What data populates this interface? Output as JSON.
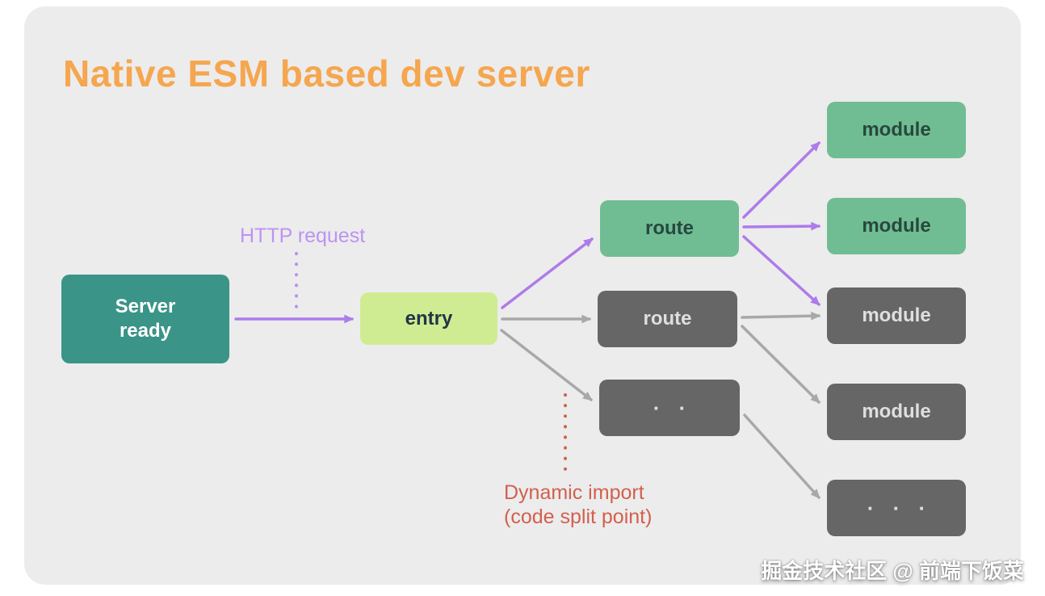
{
  "title": "Native ESM based dev server",
  "watermark": "掘金技术社区 @ 前端下饭菜",
  "labels": {
    "http_request": "HTTP request",
    "dynamic_import_line1": "Dynamic import",
    "dynamic_import_line2": "(code split point)"
  },
  "nodes": {
    "server_ready": "Server\nready",
    "entry": "entry",
    "route_a": "route",
    "route_b": "route",
    "dots_mid": "· ·",
    "module_1": "module",
    "module_2": "module",
    "module_3": "module",
    "module_4": "module",
    "dots_end": "· · ·"
  },
  "edges": [
    {
      "from": "server_ready",
      "to": "entry",
      "color": "purple",
      "label": "HTTP request"
    },
    {
      "from": "entry",
      "to": "route_a",
      "color": "purple"
    },
    {
      "from": "entry",
      "to": "route_b",
      "color": "gray"
    },
    {
      "from": "entry",
      "to": "dots_mid",
      "color": "gray",
      "label": "Dynamic import (code split point)"
    },
    {
      "from": "route_a",
      "to": "module_1",
      "color": "purple"
    },
    {
      "from": "route_a",
      "to": "module_2",
      "color": "purple"
    },
    {
      "from": "route_a",
      "to": "module_3",
      "color": "purple"
    },
    {
      "from": "route_b",
      "to": "module_3",
      "color": "gray"
    },
    {
      "from": "route_b",
      "to": "module_4",
      "color": "gray"
    },
    {
      "from": "dots_mid",
      "to": "dots_end",
      "color": "gray"
    }
  ],
  "colors": {
    "background_card": "#ECECEC",
    "title_orange": "#F5A64F",
    "teal_box": "#3A9487",
    "lime_box": "#D0EC92",
    "green_box": "#70BD93",
    "gray_box": "#666666",
    "purple_arrow": "#AE7BEA",
    "gray_arrow": "#A8A8A8",
    "http_label_purple": "#BD93F3",
    "dynamic_import_red": "#D2604E"
  }
}
